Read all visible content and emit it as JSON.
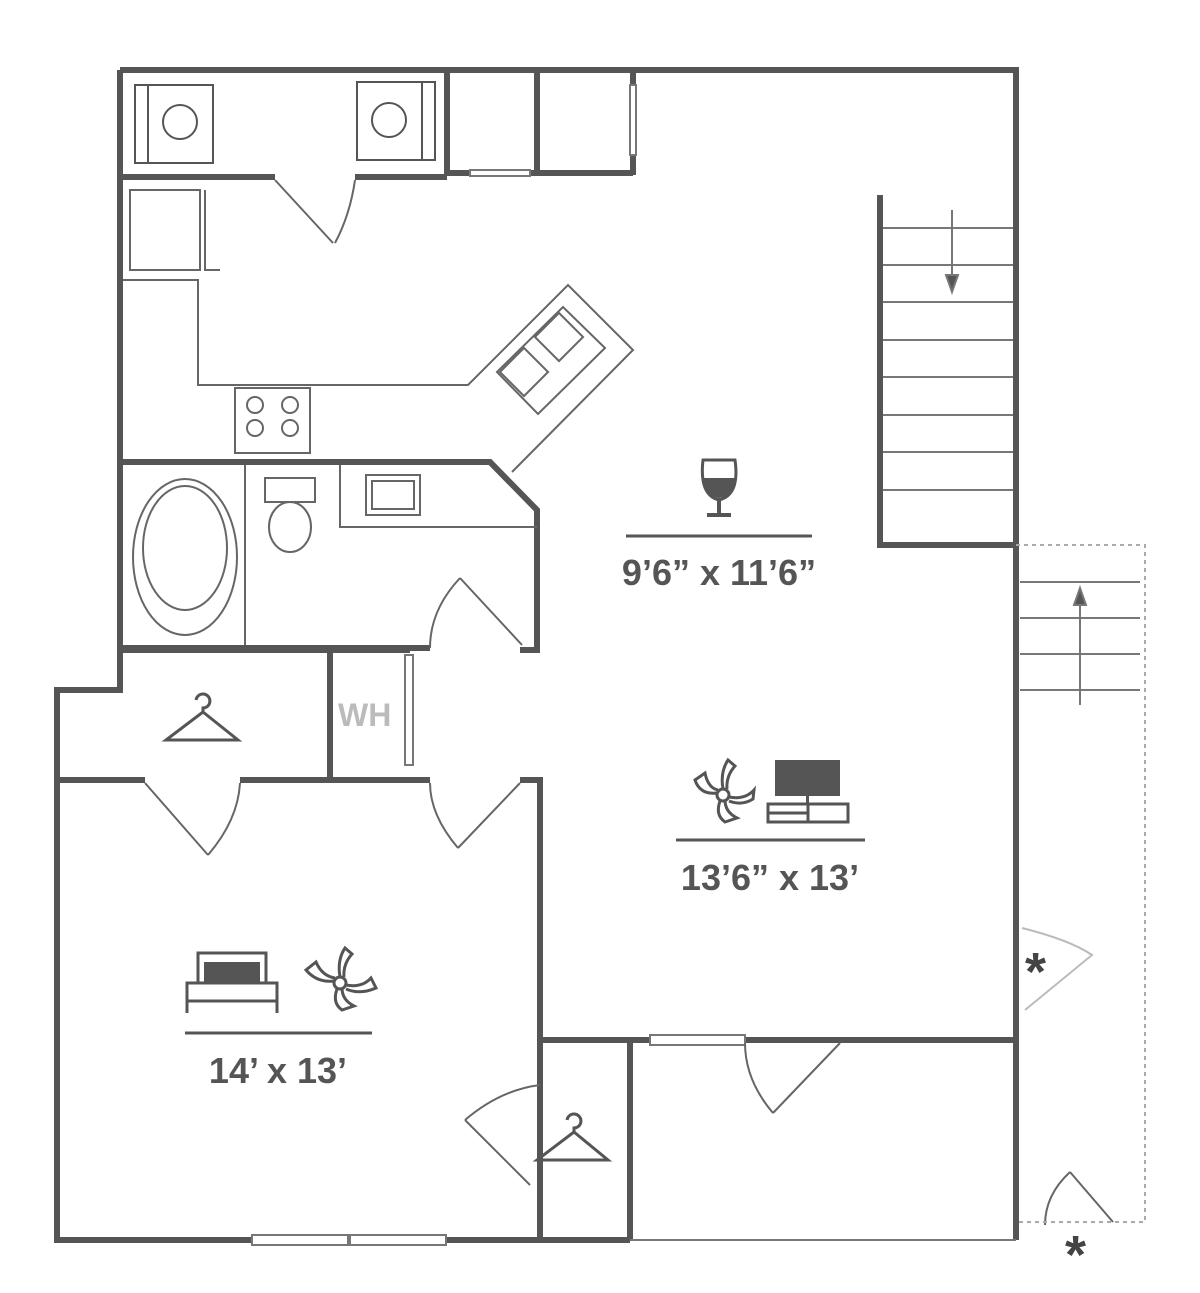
{
  "rooms": {
    "kitchen_dining": {
      "dimensions": "9’6” x 11’6”",
      "icon": "wine-glass-icon"
    },
    "living": {
      "dimensions": "13’6” x 13’",
      "icons": [
        "ceiling-fan-icon",
        "tv-icon"
      ]
    },
    "bedroom": {
      "dimensions": "14’ x 13’",
      "icons": [
        "bed-icon",
        "ceiling-fan-icon"
      ]
    }
  },
  "water_heater": "WH",
  "markers": [
    "*",
    "*"
  ],
  "colors": {
    "wall": "#555555",
    "thin": "#777777",
    "dotted": "#aaaaaa"
  }
}
